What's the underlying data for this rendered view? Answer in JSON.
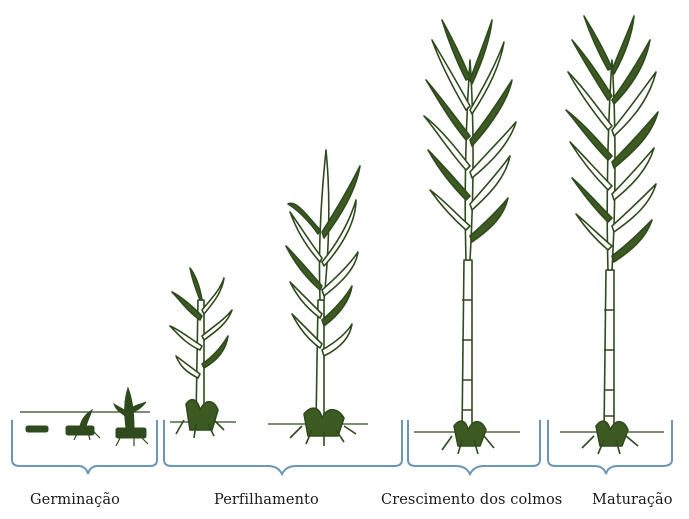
{
  "stages": [
    {
      "label": "Germinação"
    },
    {
      "label": "Perfilhamento"
    },
    {
      "label": "Crescimento dos colmos"
    },
    {
      "label": "Maturação"
    }
  ],
  "colors": {
    "plant_fill": "#ffffff",
    "plant_stroke": "#2f4a1d",
    "plant_dark": "#3d5a22",
    "bracket": "#6b96b8",
    "soil": "#2f4a1d"
  }
}
